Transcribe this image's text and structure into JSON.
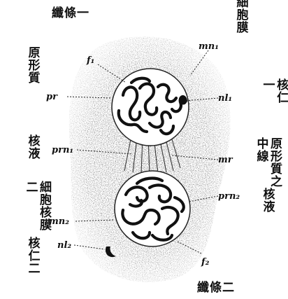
{
  "figure": {
    "chinese_labels": {
      "fiber_one": "纖條一",
      "cell_membrane": "細胞膜",
      "protoplasm": "原形質",
      "nucleolus_one": "核仁一",
      "nuclear_sap": "核液",
      "middle_line": "原形質之中線",
      "nuclear_membrane_two": "細胞核膜二",
      "nuclear_sap_right": "核液",
      "nucleolus_two": "核仁二",
      "fiber_two": "纖條二"
    },
    "symbol_labels": {
      "f1": "f₁",
      "mn1": "mn₁",
      "pr": "pr",
      "nl1": "nl₁",
      "prn1": "prn₁",
      "mr": "mr",
      "mn2": "mn₂",
      "prn2": "prn₂",
      "nl2": "nl₂",
      "f2": "f₂"
    }
  },
  "colors": {
    "ink": "#111111",
    "stipple": "#333333",
    "paper": "#ffffff"
  }
}
